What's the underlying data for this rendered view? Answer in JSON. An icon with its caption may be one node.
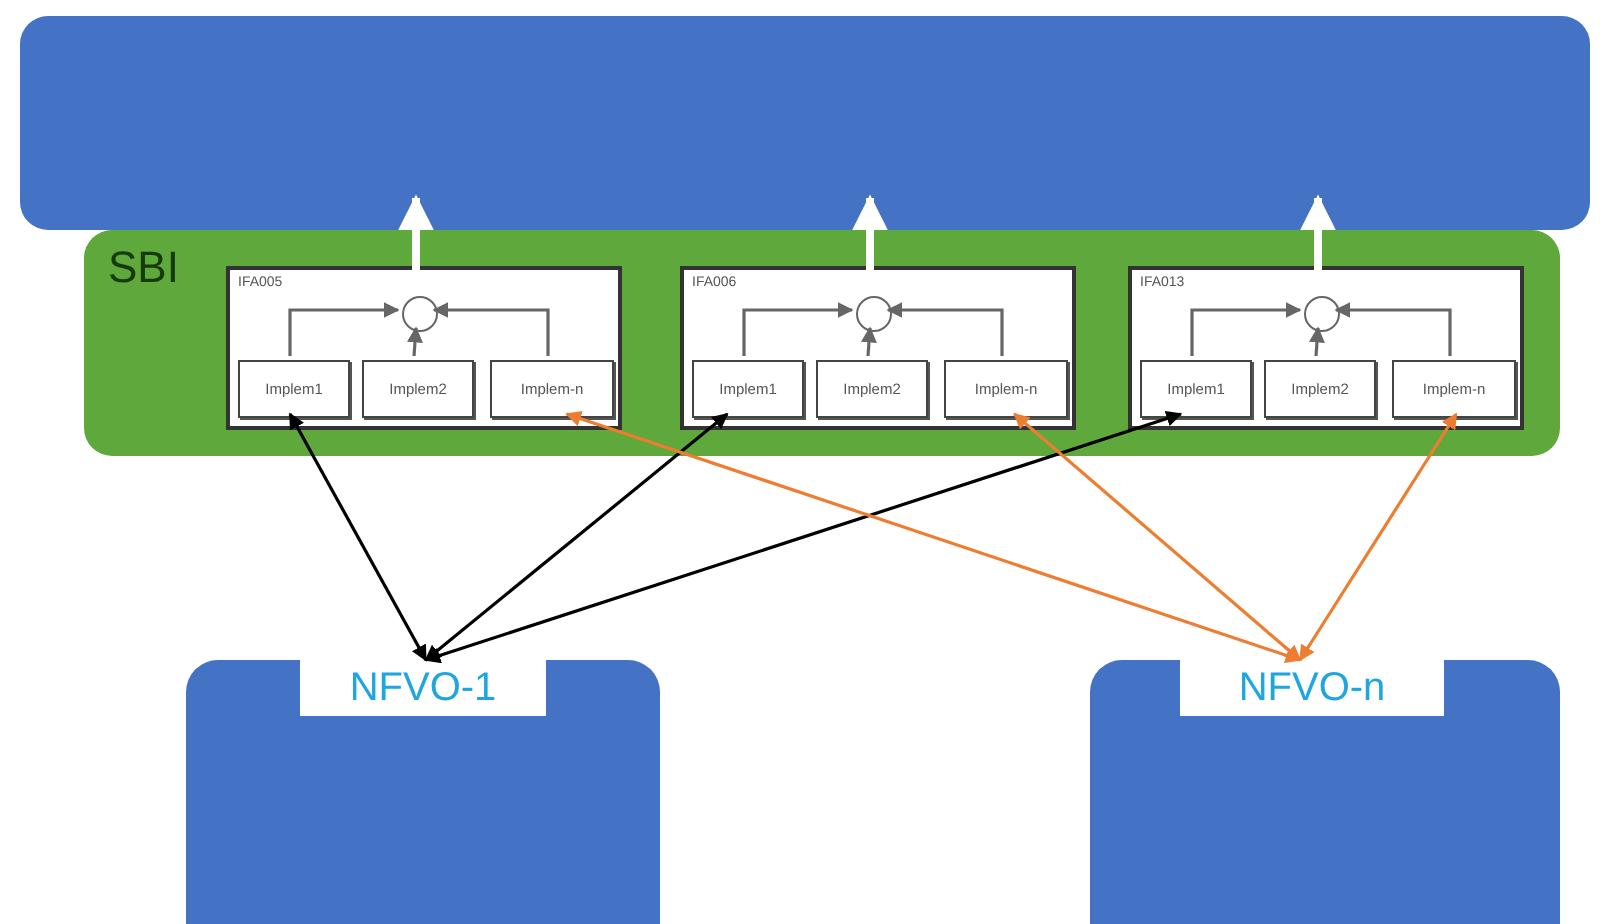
{
  "diagram": {
    "nodes": [
      {
        "text": [],
        "shape": "box"
      },
      {
        "text": [
          "SBI"
        ]
      },
      {
        "text": [
          "IFA005"
        ],
        "in": 1
      },
      {
        "text": [],
        "shape": "circle",
        "in": 2
      },
      {
        "text": [
          "Implem1"
        ],
        "in": 2
      },
      {
        "text": [
          "Implem2"
        ],
        "in": 2
      },
      {
        "text": [
          "Implem-n"
        ],
        "in": 2
      },
      {
        "text": [
          "IFA006"
        ],
        "in": 1
      },
      {
        "text": [],
        "shape": "circle",
        "in": 7
      },
      {
        "text": [
          "Implem1"
        ],
        "in": 7
      },
      {
        "text": [
          "Implem2"
        ],
        "in": 7
      },
      {
        "text": [
          "Implem-n"
        ],
        "in": 7
      },
      {
        "text": [
          "IFA013"
        ],
        "in": 1
      },
      {
        "text": [],
        "shape": "circle",
        "in": 12
      },
      {
        "text": [
          "Implem1"
        ],
        "in": 12
      },
      {
        "text": [
          "Implem2"
        ],
        "in": 12
      },
      {
        "text": [
          "Implem-n"
        ],
        "in": 12
      },
      {
        "text": [
          "NFVO-1"
        ]
      },
      {
        "text": [
          "NFVO-n"
        ]
      }
    ],
    "edges": [
      {
        "from": 3,
        "to": 0,
        "arrow": "to",
        "style": "thick",
        "color": "#ffffff"
      },
      {
        "from": 8,
        "to": 0,
        "arrow": "to",
        "style": "thick",
        "color": "#ffffff"
      },
      {
        "from": 13,
        "to": 0,
        "arrow": "to",
        "style": "thick",
        "color": "#ffffff"
      },
      {
        "from": 4,
        "to": 3,
        "arrow": "to",
        "color": "#666666"
      },
      {
        "from": 5,
        "to": 3,
        "arrow": "to",
        "color": "#666666"
      },
      {
        "from": 6,
        "to": 3,
        "arrow": "to",
        "color": "#666666"
      },
      {
        "from": 9,
        "to": 8,
        "arrow": "to",
        "color": "#666666"
      },
      {
        "from": 10,
        "to": 8,
        "arrow": "to",
        "color": "#666666"
      },
      {
        "from": 11,
        "to": 8,
        "arrow": "to",
        "color": "#666666"
      },
      {
        "from": 14,
        "to": 13,
        "arrow": "to",
        "color": "#666666"
      },
      {
        "from": 15,
        "to": 13,
        "arrow": "to",
        "color": "#666666"
      },
      {
        "from": 16,
        "to": 13,
        "arrow": "to",
        "color": "#666666"
      },
      {
        "from": 17,
        "to": 4,
        "arrow": "both",
        "color": "#000000"
      },
      {
        "from": 17,
        "to": 9,
        "arrow": "both",
        "color": "#000000"
      },
      {
        "from": 17,
        "to": 14,
        "arrow": "both",
        "color": "#000000"
      },
      {
        "from": 18,
        "to": 6,
        "arrow": "both",
        "color": "#ed7d31"
      },
      {
        "from": 18,
        "to": 11,
        "arrow": "both",
        "color": "#ed7d31"
      },
      {
        "from": 18,
        "to": 16,
        "arrow": "both",
        "color": "#ed7d31"
      }
    ]
  }
}
